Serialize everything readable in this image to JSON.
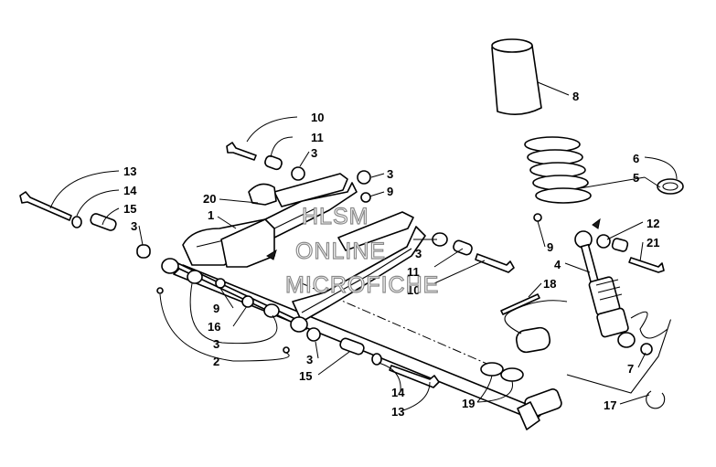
{
  "watermark": [
    "HLSM",
    "ONLINE",
    "MICROFICHE"
  ],
  "callouts": [
    {
      "id": "c10a",
      "text": "10"
    },
    {
      "id": "c11a",
      "text": "11"
    },
    {
      "id": "c3a",
      "text": "3"
    },
    {
      "id": "c3b",
      "text": "3"
    },
    {
      "id": "c9a",
      "text": "9"
    },
    {
      "id": "c20",
      "text": "20"
    },
    {
      "id": "c1",
      "text": "1"
    },
    {
      "id": "c13a",
      "text": "13"
    },
    {
      "id": "c14a",
      "text": "14"
    },
    {
      "id": "c15a",
      "text": "15"
    },
    {
      "id": "c3c",
      "text": "3"
    },
    {
      "id": "c3d",
      "text": "3"
    },
    {
      "id": "c11b",
      "text": "11"
    },
    {
      "id": "c10b",
      "text": "10"
    },
    {
      "id": "c9b",
      "text": "9"
    },
    {
      "id": "c16",
      "text": "16"
    },
    {
      "id": "c3e",
      "text": "3"
    },
    {
      "id": "c2",
      "text": "2"
    },
    {
      "id": "c3f",
      "text": "3"
    },
    {
      "id": "c15b",
      "text": "15"
    },
    {
      "id": "c14b",
      "text": "14"
    },
    {
      "id": "c13b",
      "text": "13"
    },
    {
      "id": "c8",
      "text": "8"
    },
    {
      "id": "c6",
      "text": "6"
    },
    {
      "id": "c5",
      "text": "5"
    },
    {
      "id": "c9c",
      "text": "9"
    },
    {
      "id": "c12",
      "text": "12"
    },
    {
      "id": "c21",
      "text": "21"
    },
    {
      "id": "c4",
      "text": "4"
    },
    {
      "id": "c18",
      "text": "18"
    },
    {
      "id": "c7",
      "text": "7"
    },
    {
      "id": "c19",
      "text": "19"
    },
    {
      "id": "c17",
      "text": "17"
    }
  ]
}
